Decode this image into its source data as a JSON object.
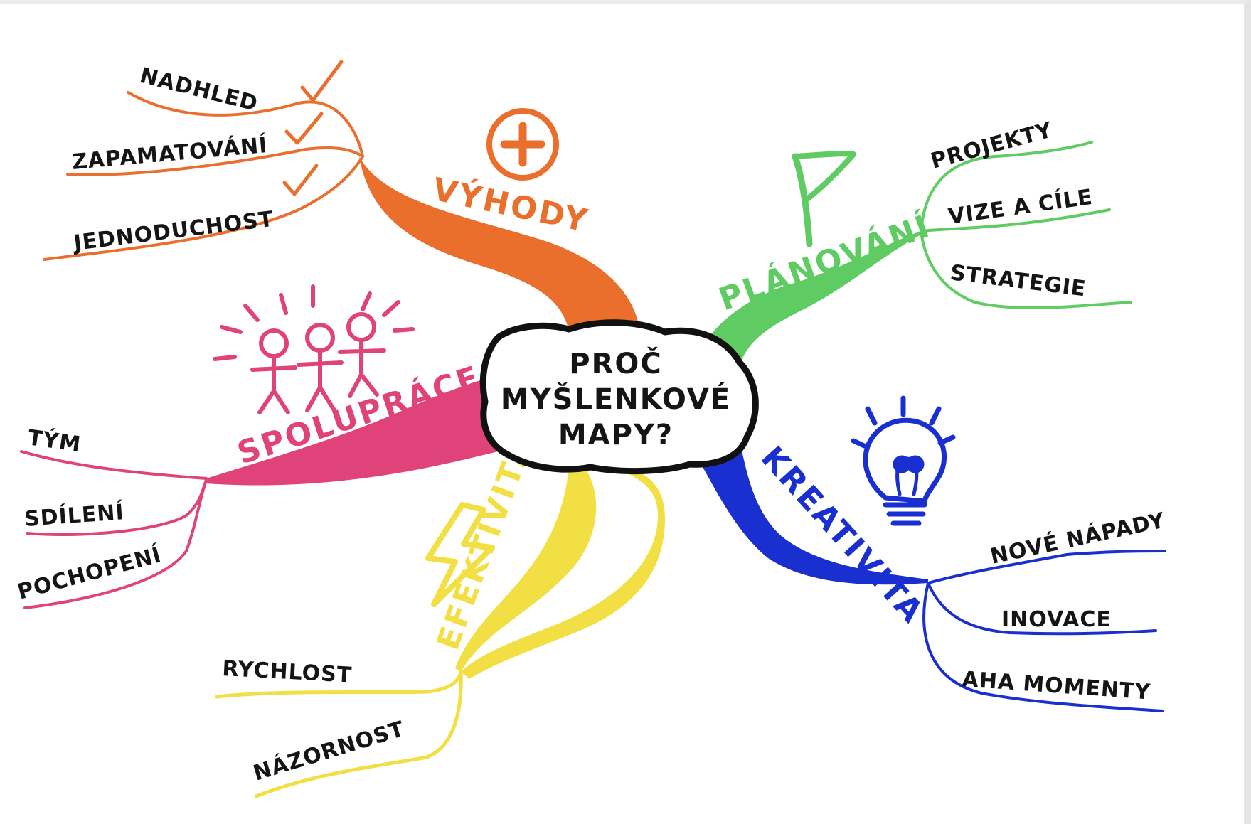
{
  "center": {
    "lines": [
      "PROČ",
      "MYŠLENKOVÉ",
      "MAPY?"
    ]
  },
  "branches": {
    "vyhody": {
      "label": "VÝHODY",
      "color": "#ea6f2c",
      "icon": "plus-circle-icon",
      "leaves": [
        "NADHLED",
        "ZAPAMATOVÁNÍ",
        "JEDNODUCHOST"
      ],
      "leaf_marks": "check-icon"
    },
    "planovani": {
      "label": "PLÁNOVÁNÍ",
      "color": "#5fcb63",
      "icon": "flag-icon",
      "leaves": [
        "PROJEKTY",
        "VIZE A CÍLE",
        "STRATEGIE"
      ]
    },
    "spoluprace": {
      "label": "SPOLUPRÁCE",
      "color": "#e0437a",
      "icon": "people-icon",
      "leaves": [
        "TÝM",
        "SDÍLENÍ",
        "POCHOPENÍ"
      ]
    },
    "efektivita": {
      "label": "EFEKTIVITA",
      "color": "#f2df44",
      "icon": "lightning-icon",
      "leaves": [
        "RYCHLOST",
        "NÁZORNOST"
      ]
    },
    "kreativita": {
      "label": "KREATIVITA",
      "color": "#1a2fd0",
      "icon": "lightbulb-icon",
      "leaves": [
        "NOVÉ NÁPADY",
        "INOVACE",
        "AHA MOMENTY"
      ]
    }
  }
}
